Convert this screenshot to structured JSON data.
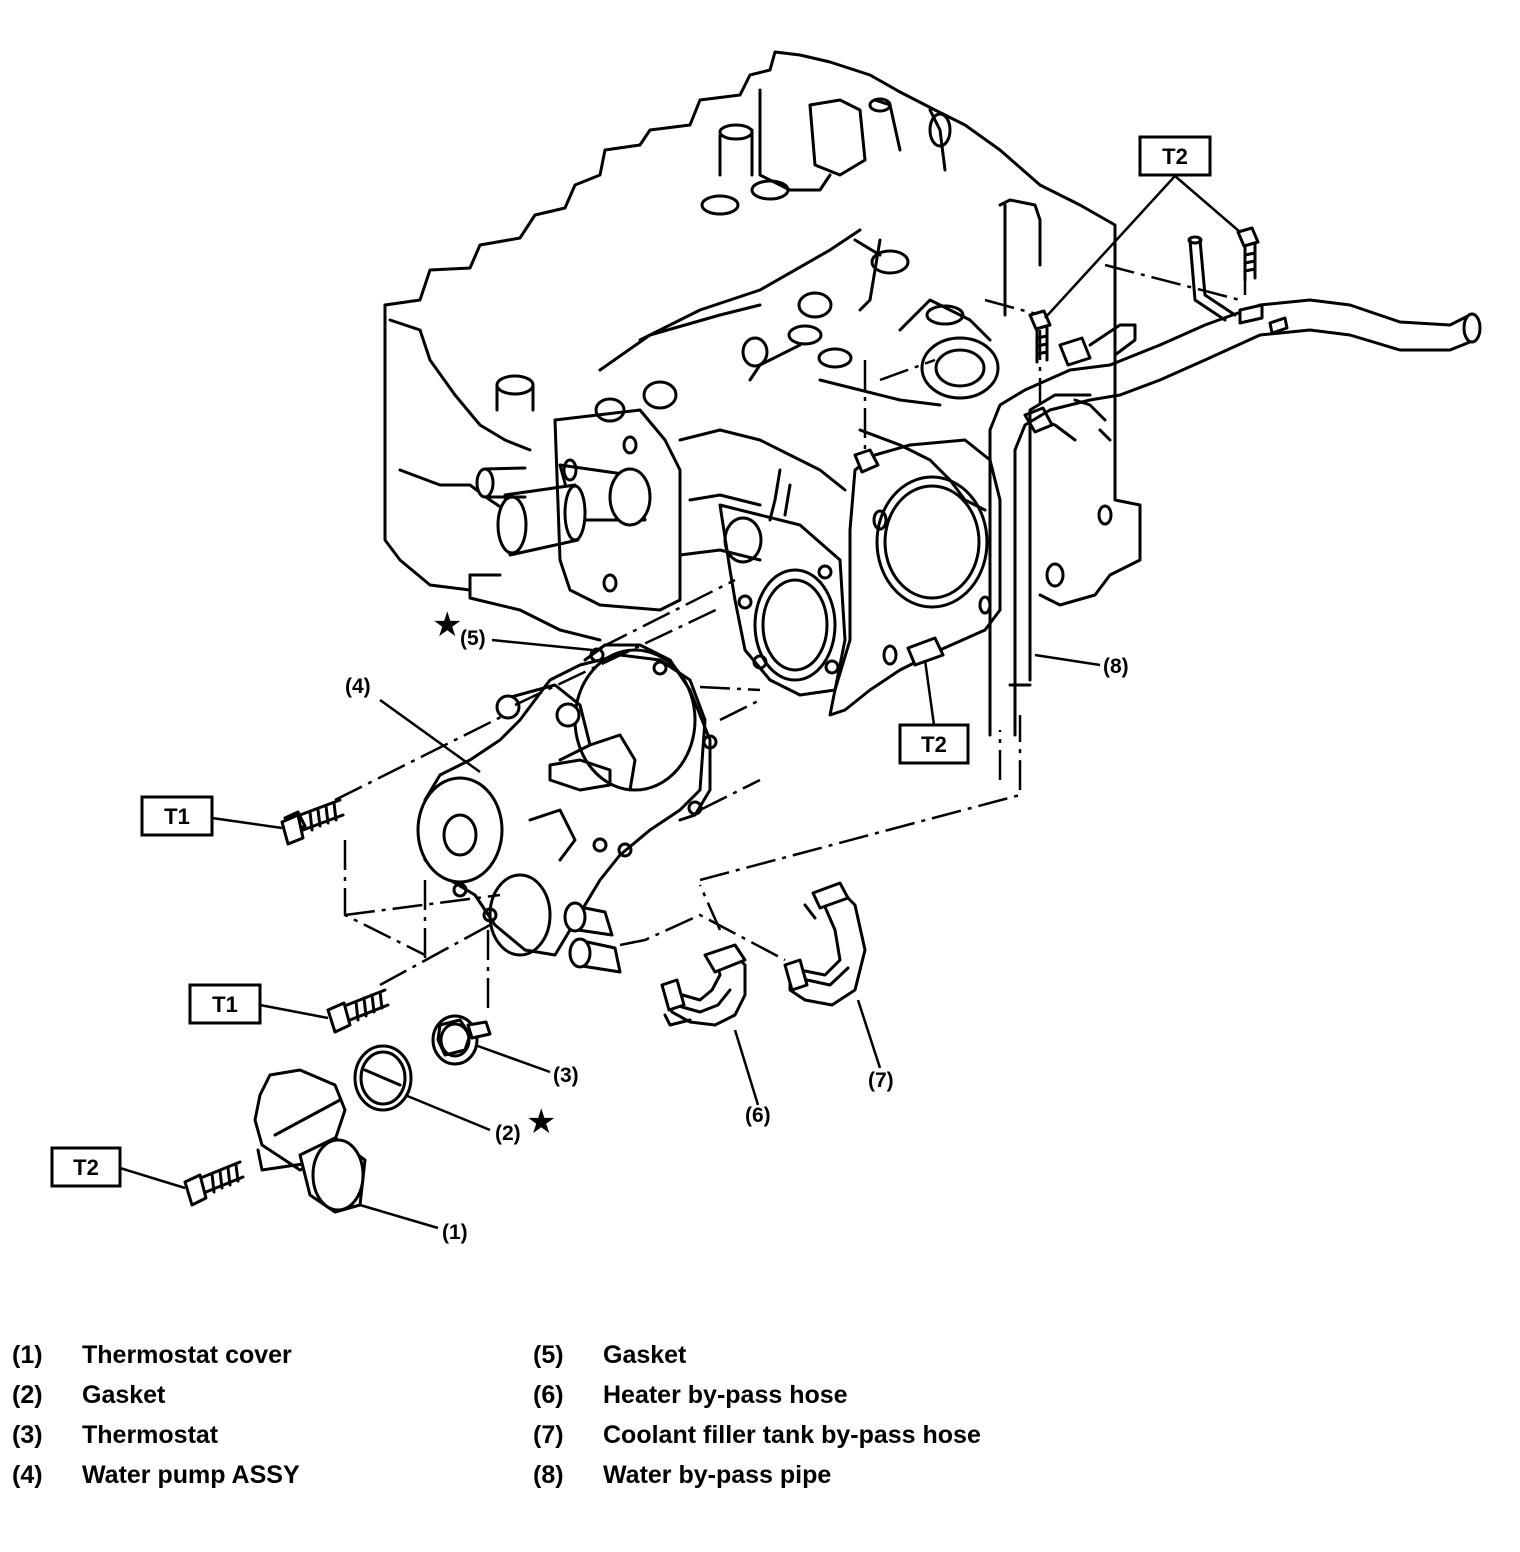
{
  "diagram": {
    "torque_labels": {
      "t2_top": "T2",
      "t2_right": "T2",
      "t1_upper": "T1",
      "t1_lower": "T1",
      "t2_bottom": "T2"
    },
    "callouts": {
      "c1": "(1)",
      "c2": "(2)",
      "c3": "(3)",
      "c4": "(4)",
      "c5": "(5)",
      "c6": "(6)",
      "c7": "(7)",
      "c8": "(8)"
    },
    "replace_mark": "★"
  },
  "legend": {
    "left": [
      {
        "num": "(1)",
        "name": "Thermostat cover"
      },
      {
        "num": "(2)",
        "name": "Gasket"
      },
      {
        "num": "(3)",
        "name": "Thermostat"
      },
      {
        "num": "(4)",
        "name": "Water pump ASSY"
      }
    ],
    "right": [
      {
        "num": "(5)",
        "name": "Gasket"
      },
      {
        "num": "(6)",
        "name": "Heater by-pass hose"
      },
      {
        "num": "(7)",
        "name": "Coolant filler tank by-pass hose"
      },
      {
        "num": "(8)",
        "name": "Water by-pass pipe"
      }
    ]
  }
}
